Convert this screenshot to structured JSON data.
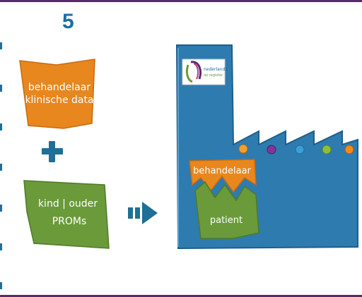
{
  "step_number": "5",
  "boxes": {
    "behandelaar_data": {
      "line1": "behandelaar",
      "line2": "klinische data"
    },
    "kind_ouder": {
      "line1": "kind | ouder",
      "line2": "PROMs"
    }
  },
  "factory": {
    "logo_text_1": "nederlands",
    "logo_text_2": "op register",
    "behandelaar_label": "behandelaar",
    "patient_label": "patient"
  },
  "colors": {
    "orange": "#e8871e",
    "green": "#6a9a3a",
    "blue": "#2e7bb0",
    "purple": "#5b2a6e"
  },
  "icons": [
    "plus-icon",
    "arrow-right-icon"
  ]
}
